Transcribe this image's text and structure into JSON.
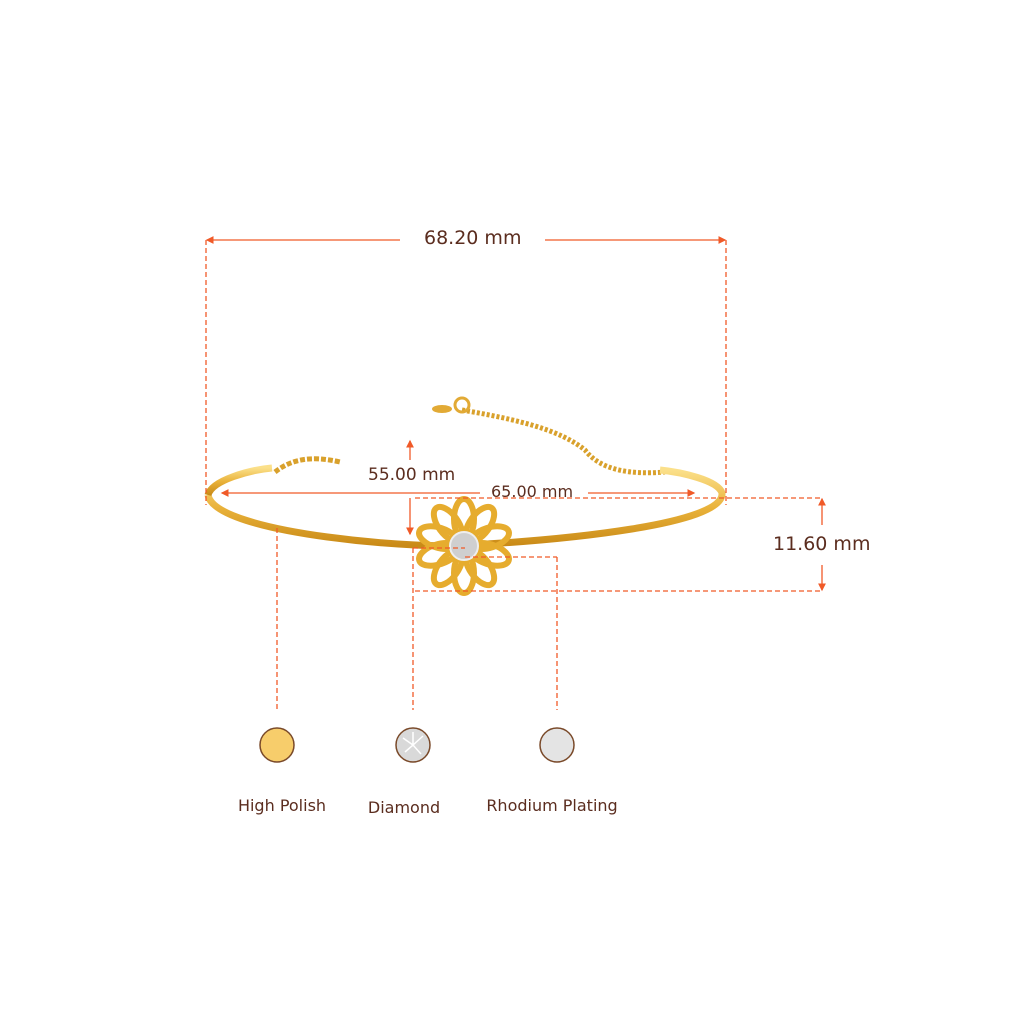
{
  "dimensions": {
    "overall_width": "68.20 mm",
    "inner_diameter": "55.00 mm",
    "inner_width": "65.00 mm",
    "motif_height": "11.60 mm"
  },
  "materials": [
    {
      "label": "High Polish",
      "swatch_color": "#f7cd6b"
    },
    {
      "label": "Diamond",
      "swatch_color": "#d9d9d9"
    },
    {
      "label": "Rhodium Plating",
      "swatch_color": "#e4e4e4"
    }
  ],
  "colors": {
    "dimension_line": "#f05a28",
    "text": "#5b2d1f",
    "gold": "#e9b23a"
  }
}
